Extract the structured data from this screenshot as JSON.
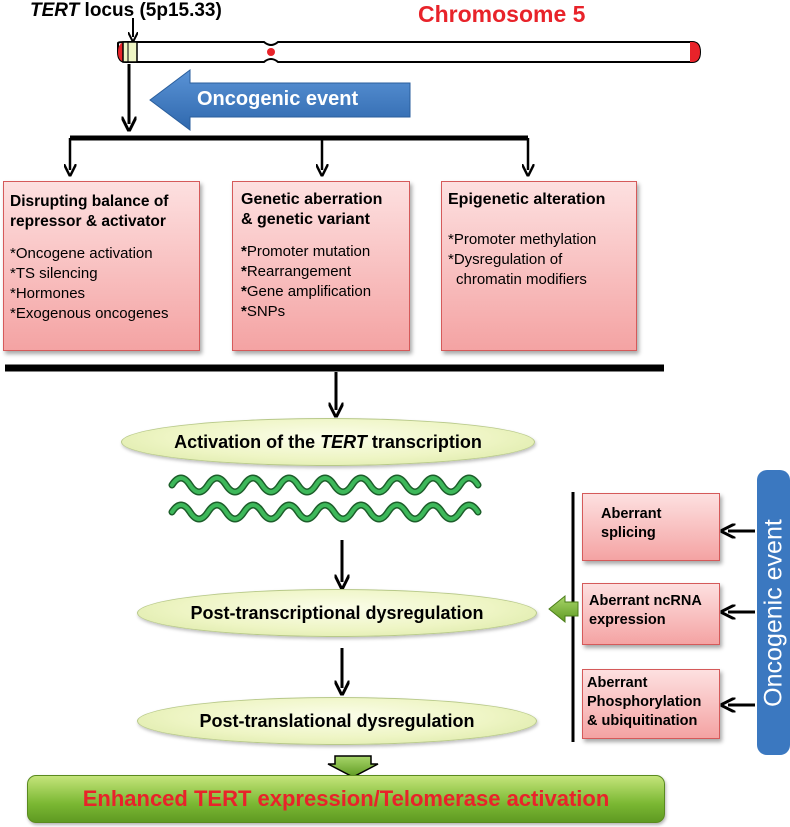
{
  "header": {
    "locus_italic": "TERT",
    "locus_rest": " locus (5p15.33)",
    "chromosome_title": "Chromosome 5"
  },
  "top_arrow_label": "Oncogenic event",
  "boxes": [
    {
      "title_line1": "Disrupting balance of",
      "title_line2": "repressor & activator",
      "items": [
        "Oncogene activation",
        "TS silencing",
        "Hormones",
        "Exogenous oncogenes"
      ]
    },
    {
      "title_line1": "Genetic aberration",
      "title_line2": "& genetic variant",
      "items": [
        "Promoter mutation",
        "Rearrangement",
        "Gene amplification",
        "SNPs"
      ]
    },
    {
      "title_line1": "Epigenetic alteration",
      "items_line1": "Promoter methylation",
      "items_line2a": "Dysregulation of",
      "items_line2b": "chromatin modifiers"
    }
  ],
  "ovals": {
    "activation_pre": "Activation of the",
    "activation_italic": "TERT",
    "activation_post": "transcription",
    "post_transcriptional": "Post-transcriptional dysregulation",
    "post_translational": "Post-translational dysregulation"
  },
  "side_boxes": [
    {
      "line1": "Aberrant",
      "line2": "splicing"
    },
    {
      "line1": "Aberrant ncRNA",
      "line2": "expression"
    },
    {
      "line1": "Aberrant",
      "line2": "Phosphorylation",
      "line3": "& ubiquitination"
    }
  ],
  "side_label": "Oncogenic event",
  "final_label": "Enhanced TERT expression/Telomerase activation",
  "colors": {
    "red_text": "#e8232a",
    "blue_arrow": "#3b78c0",
    "pink_box": "#f4a3a3",
    "oval_fill": "#eef5c4",
    "green_box": "#7bb833",
    "rna_strand": "#3db85a"
  }
}
